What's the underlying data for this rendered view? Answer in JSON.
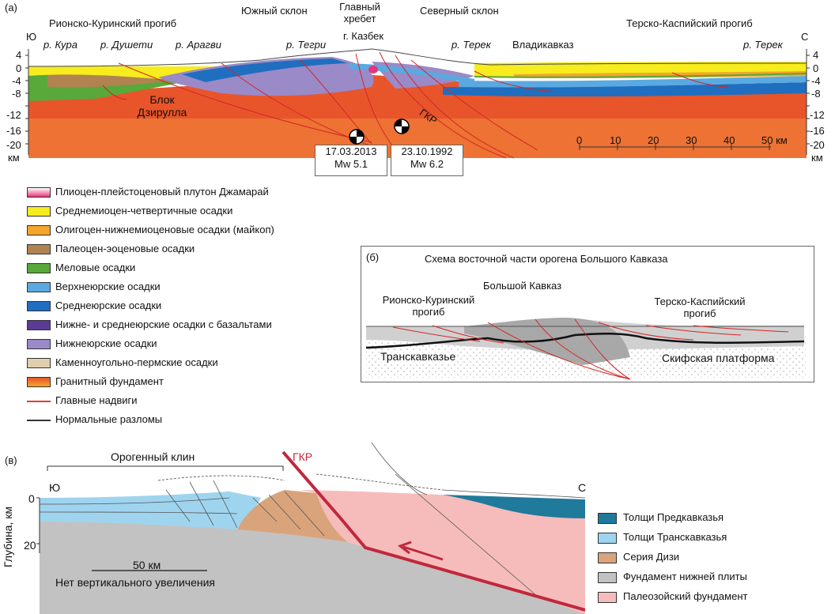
{
  "panel_a": {
    "letter": "(а)",
    "top_labels": {
      "rioni_kura": "Рионско-Куринский прогиб",
      "south_slope": "Южный склон",
      "main_ridge": "Главный\nхребет",
      "north_slope": "Северный склон",
      "terek_caspian": "Терско-Каспийский прогиб"
    },
    "places": {
      "south_dir": "Ю",
      "north_dir": "С",
      "kura": "р. Кура",
      "dusheti": "р. Душети",
      "aragvi": "р. Арагви",
      "tegri": "р. Тегри",
      "kazbek": "г. Казбек",
      "terek1": "р. Терек",
      "vladikavkaz": "Владикавказ",
      "terek2": "р. Терек"
    },
    "y_ticks": [
      "4",
      "0",
      "-4",
      "-8",
      "-12",
      "-16",
      "-20"
    ],
    "y_unit": "км",
    "block_label": "Блок\nДзирулла",
    "gkr_label": "ГКР",
    "scale_ticks": [
      "0",
      "10",
      "20",
      "30",
      "40",
      "50 км"
    ],
    "quakes": [
      {
        "date": "17.03.2013",
        "mag": "Mw 5.1"
      },
      {
        "date": "23.10.1992",
        "mag": "Mw 6.2"
      }
    ]
  },
  "legend_a": [
    {
      "label": "Плиоцен-плейстоценовый плутон Джамарай",
      "color": "#e8357a",
      "kind": "swatch"
    },
    {
      "label": "Среднемиоцен-четвертичные осадки",
      "color": "#f7ec1d",
      "kind": "swatch"
    },
    {
      "label": "Олигоцен-нижнемиоценовые осадки (майкоп)",
      "color": "#f4a52a",
      "kind": "swatch"
    },
    {
      "label": "Палеоцен-эоценовые осадки",
      "color": "#b08350",
      "kind": "swatch"
    },
    {
      "label": "Меловые осадки",
      "color": "#58a83a",
      "kind": "swatch"
    },
    {
      "label": "Верхнеюрские осадки",
      "color": "#5aa9e0",
      "kind": "swatch"
    },
    {
      "label": "Среднеюрские осадки",
      "color": "#1f6ec0",
      "kind": "swatch"
    },
    {
      "label": "Нижне- и среднеюрские осадки с базальтами",
      "color": "#5b3b96",
      "kind": "swatch"
    },
    {
      "label": "Нижнеюрские осадки",
      "color": "#9a8ac8",
      "kind": "swatch"
    },
    {
      "label": "Каменноугольно-пермские осадки",
      "color": "#e0cfae",
      "kind": "swatch"
    },
    {
      "label": "Гранитный фундамент",
      "color": "#e8552b",
      "kind": "swatch"
    },
    {
      "label": "Главные надвиги",
      "color": "#e23a3a",
      "kind": "line"
    },
    {
      "label": "Нормальные разломы",
      "color": "#333333",
      "kind": "line"
    }
  ],
  "panel_b": {
    "letter": "(б)",
    "title": "Схема восточной части орогена Большого Кавказа",
    "big_caucasus": "Большой Кавказ",
    "rioni_kura": "Рионско-Куринский\nпрогиб",
    "terek_caspian": "Терско-Каспийский\nпрогиб",
    "transcaucasus": "Транскавказье",
    "scythian": "Скифская платформа"
  },
  "panel_c": {
    "letter": "(в)",
    "wedge_label": "Орогенный клин",
    "gkr_label": "ГКР",
    "south_dir": "Ю",
    "north_dir": "С",
    "y_axis_label": "Глубина, км",
    "y_ticks": [
      "0",
      "20"
    ],
    "scale_label": "50 км",
    "no_exaggeration": "Нет вертикального увеличения"
  },
  "legend_c": [
    {
      "label": "Толщи Предкавказья",
      "color": "#1f7a9c"
    },
    {
      "label": "Толщи Транскавказья",
      "color": "#9fd4ef"
    },
    {
      "label": "Серия Дизи",
      "color": "#d9a47c"
    },
    {
      "label": "Фундамент нижней плиты",
      "color": "#c2c2c2"
    },
    {
      "label": "Палеозойский фундамент",
      "color": "#f6bcbc"
    }
  ]
}
